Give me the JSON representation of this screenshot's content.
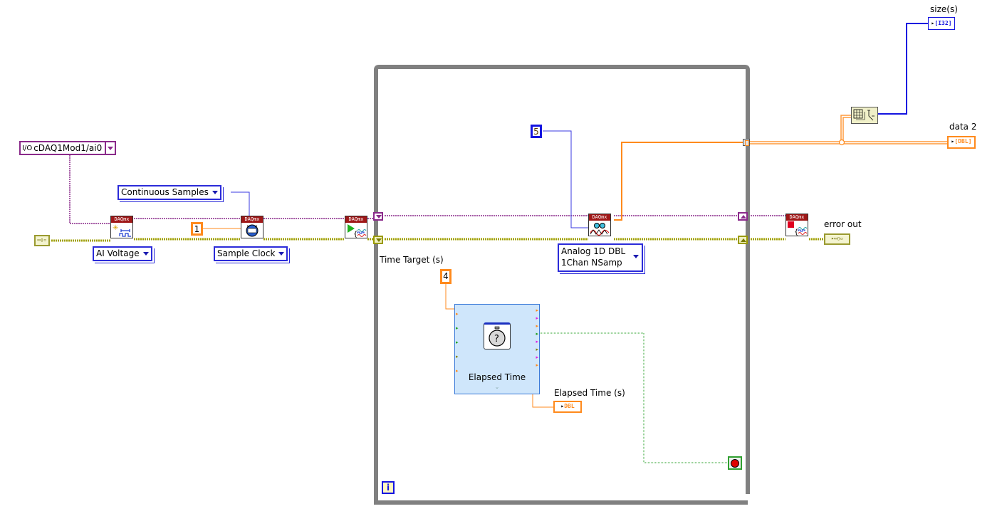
{
  "diagram": {
    "title": "DAQmx Continuous Analog Input Block Diagram",
    "colors": {
      "task_wire": "#8a2a8a",
      "error_wire": "#9a9a00",
      "dbl_wire": "#ff8a1c",
      "i32_wire": "#1414e0",
      "bool_wire": "#2aa02a",
      "loop_border": "#808080"
    },
    "physical_channel": {
      "label": "cDAQ1Mod1/ai0",
      "icon": "io-channel-icon"
    },
    "nodes": {
      "create_channel": {
        "header": "DAQmx",
        "icon": "create-channel-icon",
        "selector": "AI Voltage"
      },
      "timing": {
        "header": "DAQmx",
        "icon": "sample-clock-icon",
        "selector": "Sample Clock"
      },
      "start_task": {
        "header": "DAQmx",
        "icon": "start-task-icon"
      },
      "read": {
        "header": "DAQmx",
        "icon": "read-icon",
        "selector_line1": "Analog 1D DBL",
        "selector_line2": "1Chan NSamp"
      },
      "stop_task": {
        "header": "DAQmx",
        "icon": "stop-task-icon"
      },
      "elapsed_time": {
        "label": "Elapsed Time",
        "icon": "stopwatch-icon"
      },
      "array_size": {
        "icon": "array-size-icon"
      }
    },
    "constants": {
      "sample_mode": "Continuous Samples",
      "rate": "1",
      "samples_to_read": "5",
      "time_target": "4"
    },
    "labels": {
      "time_target": "Time Target (s)",
      "elapsed_time_s": "Elapsed Time (s)",
      "error_out": "error out",
      "data": "data 2",
      "sizes": "size(s)"
    },
    "indicators": {
      "elapsed_time_type": "DBL",
      "data_type": "DBL",
      "sizes_type": "I32",
      "error_in_glyph": "error-cluster-icon"
    },
    "while_loop": {
      "iteration_terminal": "i",
      "stop_terminal": "stop-if-true-icon"
    }
  }
}
